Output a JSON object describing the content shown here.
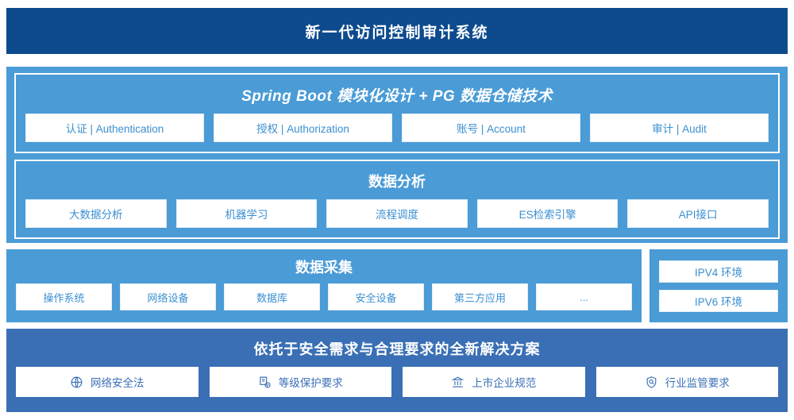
{
  "header": {
    "title": "新一代访问控制审计系统"
  },
  "colors": {
    "header_bg": "#0e4b8e",
    "platform_bg": "#4a9bd6",
    "compliance_bg": "#3a6fb5",
    "chip_text": "#3b8fd0",
    "chip_bg": "#ffffff"
  },
  "platform": {
    "modules": {
      "title": "Spring Boot 模块化设计 + PG 数据仓储技术",
      "chips": [
        "认证 | Authentication",
        "授权 | Authorization",
        "账号 | Account",
        "审计 | Audit"
      ]
    },
    "analysis": {
      "title": "数据分析",
      "chips": [
        "大数据分析",
        "机器学习",
        "流程调度",
        "ES检索引擎",
        "API接口"
      ]
    }
  },
  "collection": {
    "title": "数据采集",
    "chips": [
      "操作系统",
      "网络设备",
      "数据库",
      "安全设备",
      "第三方应用",
      "..."
    ]
  },
  "environment": {
    "chips": [
      "IPV4 环境",
      "IPV6 环境"
    ]
  },
  "compliance": {
    "title": "依托于安全需求与合理要求的全新解决方案",
    "chips": [
      {
        "label": "网络安全法",
        "icon": "globe-icon"
      },
      {
        "label": "等级保护要求",
        "icon": "document-check-icon"
      },
      {
        "label": "上市企业规范",
        "icon": "bank-icon"
      },
      {
        "label": "行业监管要求",
        "icon": "shield-search-icon"
      }
    ]
  }
}
